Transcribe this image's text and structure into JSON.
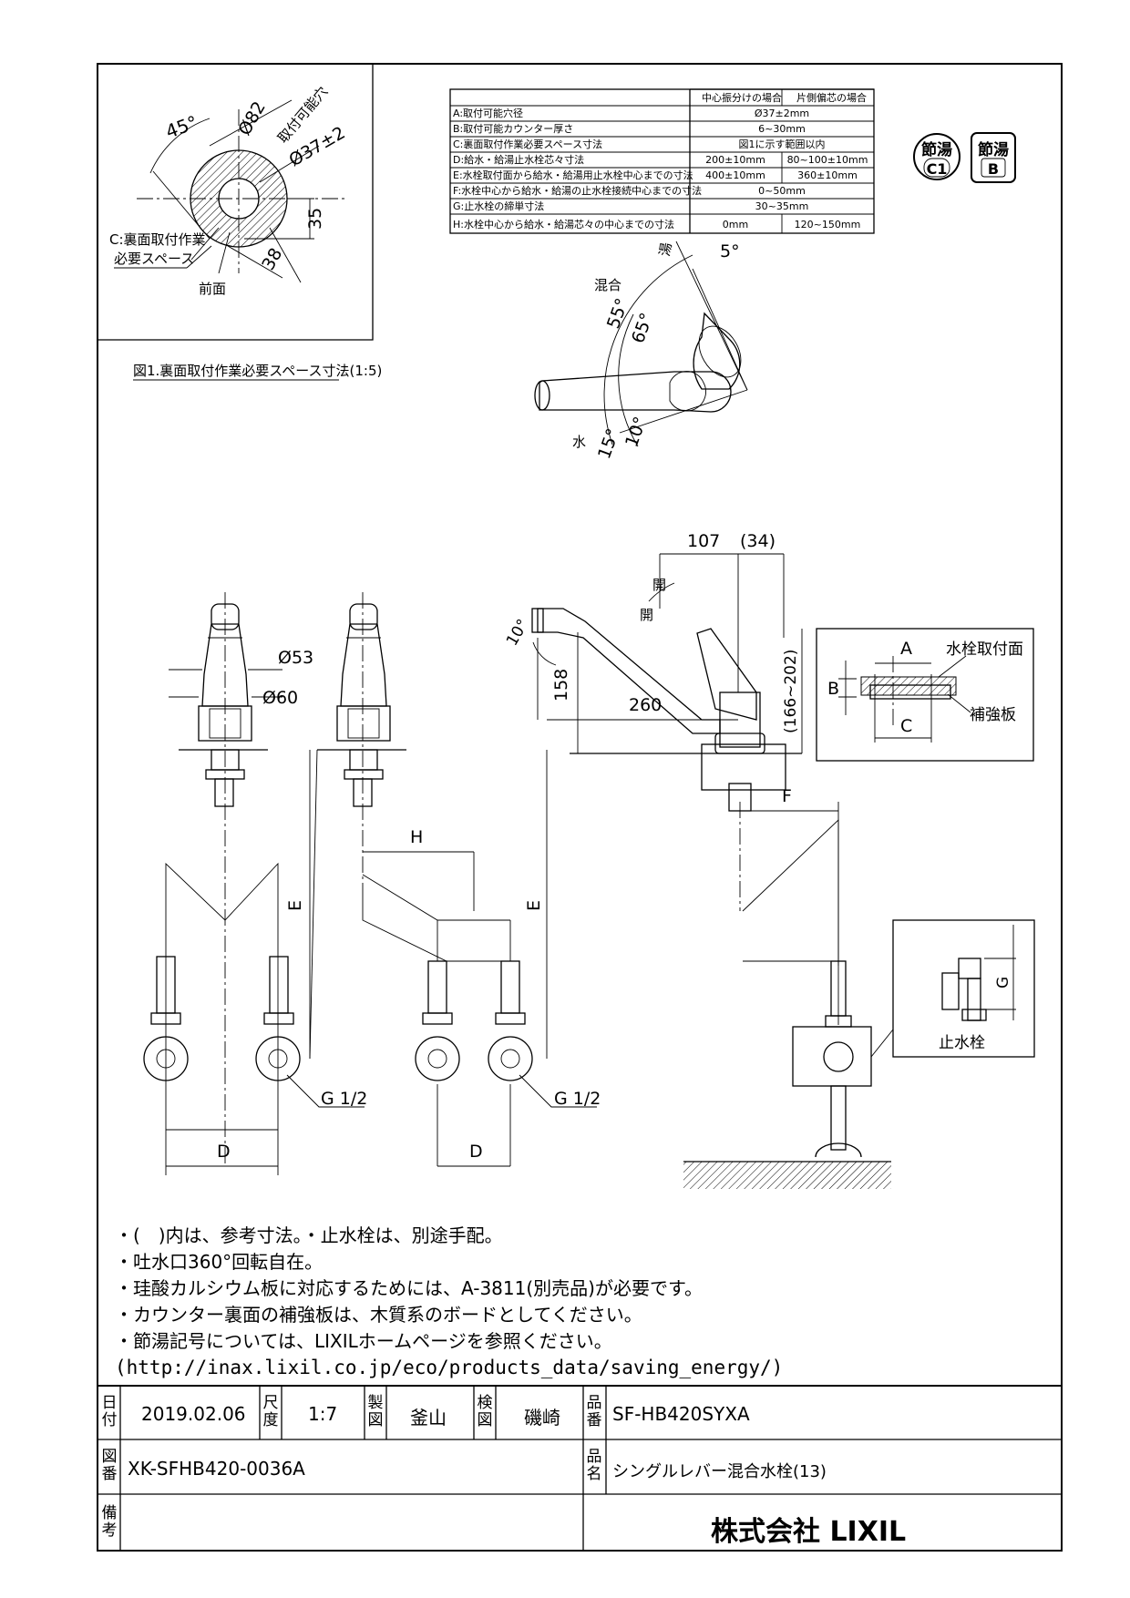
{
  "detail_figure": {
    "caption": "図1.裏面取付作業必要スペース寸法(1:5)",
    "angle": "45°",
    "dia_outer": "Ø82",
    "hole_label": "取付可能穴",
    "dia_hole": "Ø37±2",
    "dim_35": "35",
    "dim_38": "38",
    "space_label_1": "C:裏面取付作業",
    "space_label_2": "必要スペース",
    "front_label": "前面"
  },
  "spec_table": {
    "header_center": "中心振分けの場合",
    "header_offset": "片側偏芯の場合",
    "rows": [
      {
        "label": "A:取付可能穴径",
        "center": "Ø37±2mm",
        "offset": ""
      },
      {
        "label": "B:取付可能カウンター厚さ",
        "center": "6~30mm",
        "offset": ""
      },
      {
        "label": "C:裏面取付作業必要スペース寸法",
        "center": "図1に示す範囲以内",
        "offset": ""
      },
      {
        "label": "D:給水・給湯止水栓芯々寸法",
        "center": "200±10mm",
        "offset": "80~100±10mm"
      },
      {
        "label": "E:水栓取付面から給水・給湯用止水栓中心までの寸法",
        "center": "400±10mm",
        "offset": "360±10mm"
      },
      {
        "label": "F:水栓中心から給水・給湯の止水栓接続中心までの寸法",
        "center": "0~50mm",
        "offset": ""
      },
      {
        "label": "G:止水栓の締単寸法",
        "center": "30~35mm",
        "offset": ""
      },
      {
        "label": "H:水栓中心から給水・給湯芯々の中心までの寸法",
        "center": "0mm",
        "offset": "120~150mm"
      }
    ]
  },
  "badges": {
    "badge1_top": "節湯",
    "badge1_bottom": "C1",
    "badge2_top": "節湯",
    "badge2_bottom": "B"
  },
  "lever_view": {
    "hot": "湯",
    "mix": "混合",
    "water": "水",
    "a5": "5°",
    "a55": "55°",
    "a65": "65°",
    "a15": "15°",
    "a10": "10°"
  },
  "front_view": {
    "d53": "Ø53",
    "d60": "Ø60",
    "e": "E",
    "e2": "E",
    "h": "H",
    "d": "D",
    "d2": "D",
    "g_left": "G 1/2",
    "g_right": "G 1/2"
  },
  "side_view": {
    "d107": "107",
    "d34": "(34)",
    "open1": "開",
    "open2": "開",
    "spout_angle": "10°",
    "d158": "158",
    "d260": "260",
    "height": "(166~202)",
    "f": "F",
    "g": "G",
    "stop_valve": "止水栓"
  },
  "counter_detail": {
    "a": "A",
    "b": "B",
    "c": "C",
    "mount_face": "水栓取付面",
    "reinforce": "補強板"
  },
  "notes": [
    "・(　)内は、参考寸法。・止水栓は、別途手配。",
    "・吐水口360°回転自在。",
    "・珪酸カルシウム板に対応するためには、A-3811(別売品)が必要です。",
    "・カウンター裏面の補強板は、木質系のボードとしてください。",
    "・節湯記号については、LIXILホームページを参照ください。",
    "(http://inax.lixil.co.jp/eco/products_data/saving_energy/)"
  ],
  "title_block": {
    "date_label": "日付",
    "date": "2019.02.06",
    "scale_label": "尺度",
    "scale": "1:7",
    "drawn_label": "製図",
    "drawn": "釜山",
    "checked_label": "検図",
    "checked": "磯崎",
    "product_no_label": "品番",
    "product_no": "SF-HB420SYXA",
    "drawing_no_label": "図番",
    "drawing_no": "XK-SFHB420-0036A",
    "product_name_label": "品名",
    "product_name": "シングルレバー混合水栓(13)",
    "remarks_label": "備考",
    "company": "株式会社 LIXIL"
  }
}
